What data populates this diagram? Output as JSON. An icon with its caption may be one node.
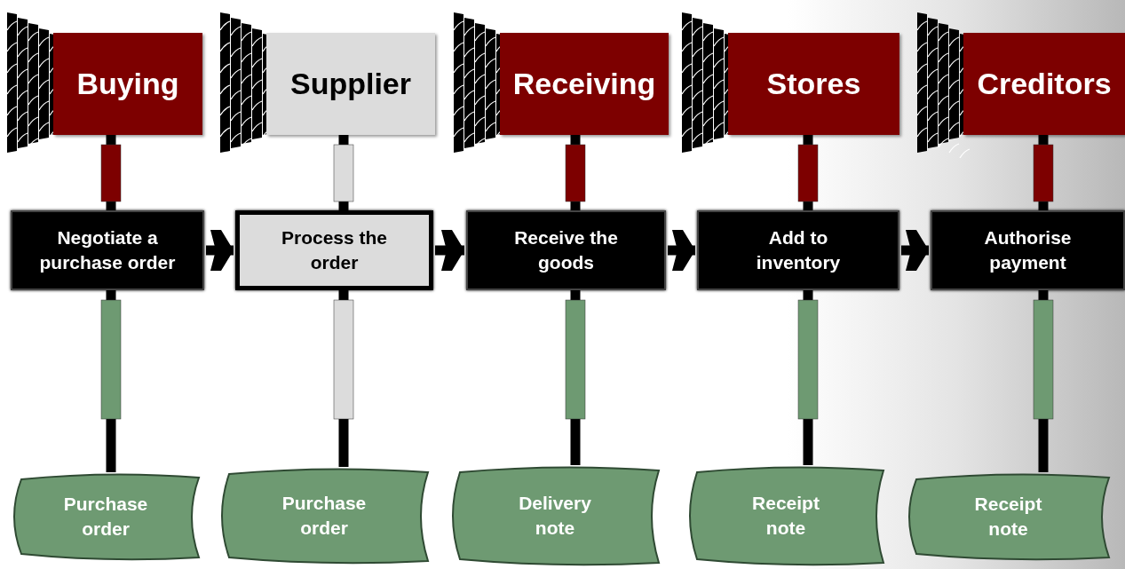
{
  "diagram": {
    "nodes": [
      {
        "text": [
          "Buying"
        ]
      },
      {
        "text": [
          "Supplier"
        ]
      },
      {
        "text": [
          "Receiving"
        ]
      },
      {
        "text": [
          "Stores"
        ]
      },
      {
        "text": [
          "Creditors"
        ]
      },
      {
        "text": [
          "Negotiate a purchase order"
        ]
      },
      {
        "text": [
          "Process the order"
        ]
      },
      {
        "text": [
          "Receive the goods"
        ]
      },
      {
        "text": [
          "Add to inventory"
        ]
      },
      {
        "text": [
          "Authorise payment"
        ]
      },
      {
        "text": [
          "Purchase order"
        ]
      },
      {
        "text": [
          "Purchase order"
        ]
      },
      {
        "text": [
          "Delivery note"
        ]
      },
      {
        "text": [
          "Receipt note"
        ]
      },
      {
        "text": [
          "Receipt note"
        ]
      }
    ],
    "edges": [
      {
        "from": 0,
        "to": 5,
        "arrow": "none"
      },
      {
        "from": 1,
        "to": 6,
        "arrow": "none"
      },
      {
        "from": 2,
        "to": 7,
        "arrow": "none"
      },
      {
        "from": 3,
        "to": 8,
        "arrow": "none"
      },
      {
        "from": 4,
        "to": 9,
        "arrow": "none"
      },
      {
        "from": 5,
        "to": 10,
        "arrow": "none"
      },
      {
        "from": 6,
        "to": 11,
        "arrow": "none"
      },
      {
        "from": 7,
        "to": 12,
        "arrow": "none"
      },
      {
        "from": 8,
        "to": 13,
        "arrow": "none"
      },
      {
        "from": 9,
        "to": 14,
        "arrow": "none"
      },
      {
        "from": 5,
        "to": 6,
        "arrow": "to"
      },
      {
        "from": 6,
        "to": 7,
        "arrow": "to"
      },
      {
        "from": 7,
        "to": 8,
        "arrow": "to"
      },
      {
        "from": 8,
        "to": 9,
        "arrow": "to"
      }
    ]
  }
}
